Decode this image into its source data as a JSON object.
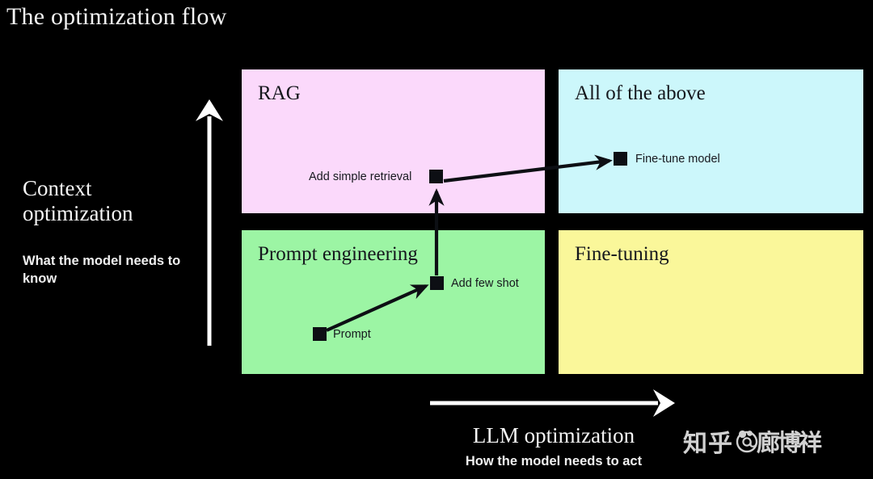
{
  "title": "The optimization flow",
  "quadrants": [
    {
      "key": "rag",
      "label": "RAG",
      "color": "#fbd9fb"
    },
    {
      "key": "all",
      "label": "All of the above",
      "color": "#ccf7fb"
    },
    {
      "key": "prompt",
      "label": "Prompt engineering",
      "color": "#9cf5a4"
    },
    {
      "key": "finetune",
      "label": "Fine-tuning",
      "color": "#faf79a"
    }
  ],
  "markers": [
    {
      "key": "retrieval",
      "label": "Add simple retrieval",
      "quadrant": "rag"
    },
    {
      "key": "fewshot",
      "label": "Add few shot",
      "quadrant": "prompt"
    },
    {
      "key": "prompt",
      "label": "Prompt",
      "quadrant": "prompt"
    },
    {
      "key": "finetune",
      "label": "Fine-tune model",
      "quadrant": "all"
    }
  ],
  "axes": {
    "y": {
      "title": "Context optimization",
      "subtitle": "What the model needs to know",
      "direction": "up"
    },
    "x": {
      "title": "LLM optimization",
      "subtitle": "How the model needs to act",
      "direction": "right"
    }
  },
  "watermark": {
    "brand": "知乎",
    "at": "@",
    "user": "廊博祥"
  },
  "colors": {
    "background": "#000000",
    "text_light": "#f4f4f4",
    "text_dark": "#14161c",
    "marker": "#0d0f14",
    "axis_arrow": "#ffffff"
  }
}
